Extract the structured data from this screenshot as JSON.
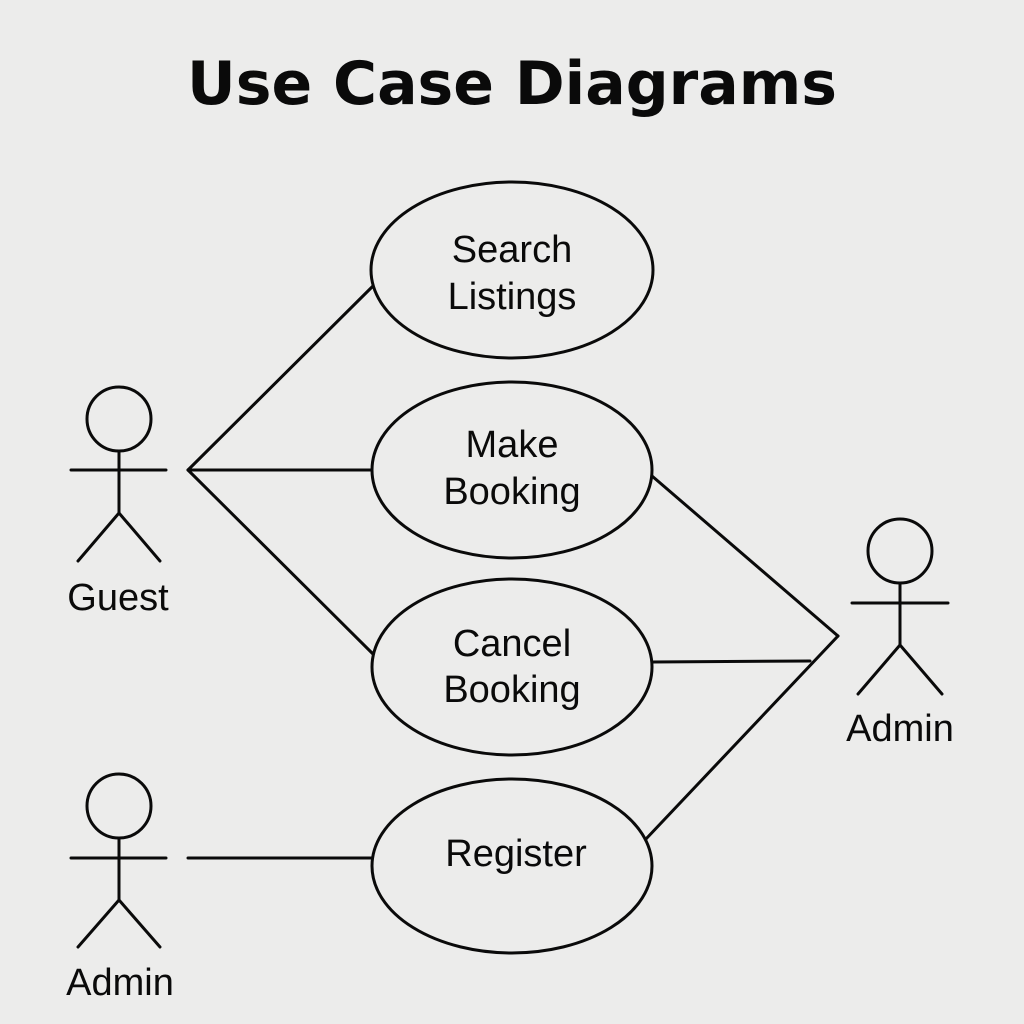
{
  "title": "Use Case Diagrams",
  "actors": {
    "guest": {
      "label": "Guest"
    },
    "admin_right": {
      "label": "Admin"
    },
    "admin_bottom": {
      "label": "Admin"
    }
  },
  "use_cases": {
    "search_listings": {
      "line1": "Search",
      "line2": "Listings"
    },
    "make_booking": {
      "line1": "Make",
      "line2": "Booking"
    },
    "cancel_booking": {
      "line1": "Cancel",
      "line2": "Booking"
    },
    "register": {
      "line1": "Register"
    }
  },
  "associations": [
    {
      "from": "Guest",
      "to": "Search Listings"
    },
    {
      "from": "Guest",
      "to": "Make Booking"
    },
    {
      "from": "Guest",
      "to": "Cancel Booking"
    },
    {
      "from": "Admin",
      "to": "Make Booking"
    },
    {
      "from": "Admin",
      "to": "Cancel Booking"
    },
    {
      "from": "Admin",
      "to": "Register"
    },
    {
      "from": "Admin",
      "to": "Register"
    }
  ],
  "colors": {
    "background": "#ececeb",
    "ink": "#0a0a0a"
  }
}
